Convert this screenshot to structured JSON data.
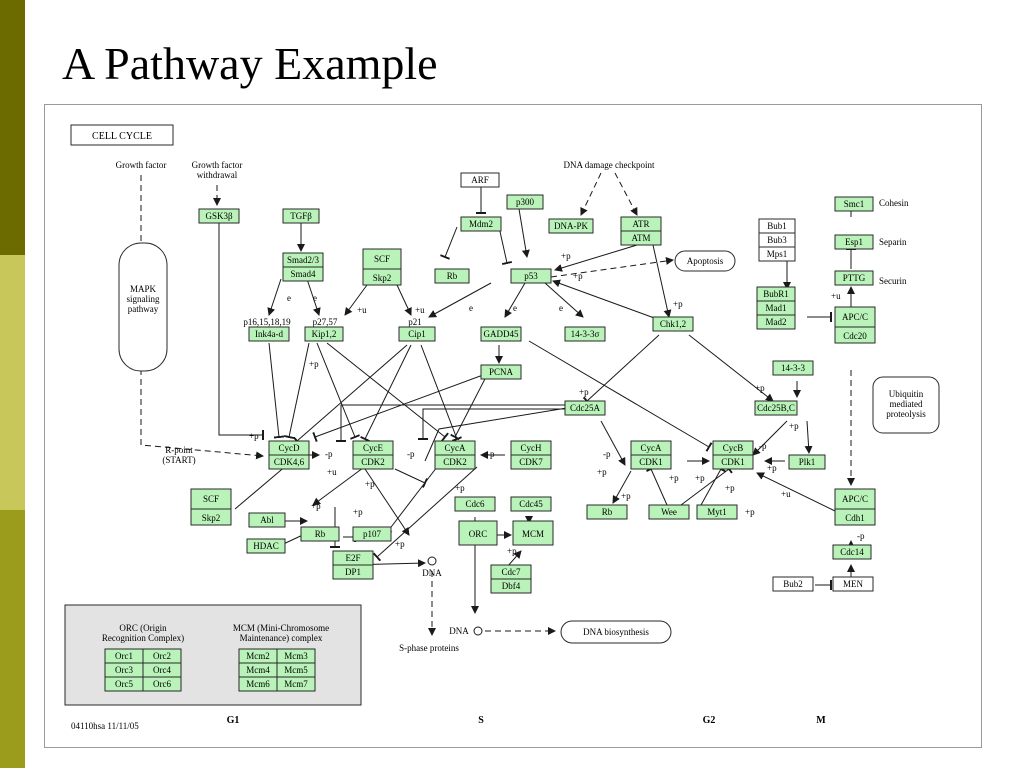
{
  "slide": {
    "title": "A Pathway Example"
  },
  "colors": {
    "sidebar_dark": "#6b6b00",
    "sidebar_light": "#c8c85a",
    "sidebar_mid": "#9c9c1c",
    "gene_fill": "#b9f3b9"
  },
  "diagram": {
    "title_box": "CELL CYCLE",
    "footer_id": "04110hsa 11/11/05",
    "phases": [
      "G1",
      "S",
      "G2",
      "M"
    ],
    "labels": {
      "growth_factor": "Growth factor",
      "growth_factor_withdrawal_1": "Growth factor",
      "growth_factor_withdrawal_2": "withdrawal",
      "dna_damage_checkpoint": "DNA damage checkpoint",
      "mapk_1": "MAPK",
      "mapk_2": "signaling",
      "mapk_3": "pathway",
      "apoptosis": "Apoptosis",
      "ubiquitin_1": "Ubiquitin",
      "ubiquitin_2": "mediated",
      "ubiquitin_3": "proteolysis",
      "cohesin": "Cohesin",
      "separin": "Separin",
      "securin": "Securin",
      "rpoint_1": "R-point",
      "rpoint_2": "(START)",
      "p16": "p16,15,18,19",
      "p27": "p27,57",
      "p21": "p21",
      "dna_1": "DNA",
      "dna_2": "DNA",
      "sphase_proteins": "S-phase proteins",
      "dna_biosynthesis": "DNA biosynthesis",
      "orc_legend_1": "ORC (Origin",
      "orc_legend_2": "Recognition Complex)",
      "mcm_legend_1": "MCM (Mini-Chromosome",
      "mcm_legend_2": "Maintenance) complex"
    },
    "edge_labels": {
      "e": "e",
      "plus_p": "+p",
      "minus_p": "-p",
      "plus_u": "+u"
    },
    "genes": {
      "gsk3b": "GSK3β",
      "tgfb": "TGFβ",
      "smad23": "Smad2/3",
      "smad4": "Smad4",
      "scf1": "SCF",
      "skp2_1": "Skp2",
      "arf": "ARF",
      "mdm2": "Mdm2",
      "rb1": "Rb",
      "p300": "p300",
      "dnapk": "DNA-PK",
      "atr": "ATR",
      "atm": "ATM",
      "p53": "p53",
      "bub1": "Bub1",
      "bub3": "Bub3",
      "mps1": "Mps1",
      "bubr1": "BubR1",
      "mad1": "Mad1",
      "mad2": "Mad2",
      "smc1": "Smc1",
      "esp1": "Esp1",
      "pttg": "PTTG",
      "apcc1": "APC/C",
      "cdc20": "Cdc20",
      "ink4": "Ink4a-d",
      "kip12": "Kip1,2",
      "cip1": "Cip1",
      "gadd45": "GADD45",
      "s1433s": "14-3-3σ",
      "chk12": "Chk1,2",
      "pcna": "PCNA",
      "cdc25a": "Cdc25A",
      "s1433": "14-3-3",
      "cdc25bc": "Cdc25B,C",
      "cycd": "CycD",
      "cdk46": "CDK4,6",
      "cyce": "CycE",
      "cdk2_1": "CDK2",
      "cyca_1": "CycA",
      "cdk2_2": "CDK2",
      "cych": "CycH",
      "cdk7": "CDK7",
      "cyca_2": "CycA",
      "cdk1_1": "CDK1",
      "cycb": "CycB",
      "cdk1_2": "CDK1",
      "plk1": "Plk1",
      "scf2": "SCF",
      "skp2_2": "Skp2",
      "abl": "Abl",
      "hdac": "HDAC",
      "rb2": "Rb",
      "p107": "p107",
      "e2f": "E2F",
      "dp1": "DP1",
      "cdc6": "Cdc6",
      "cdc45": "Cdc45",
      "orc": "ORC",
      "mcm": "MCM",
      "cdc7": "Cdc7",
      "dbf4": "Dbf4",
      "rb3": "Rb",
      "wee": "Wee",
      "myt1": "Myt1",
      "apcc2": "APC/C",
      "cdh1": "Cdh1",
      "cdc14": "Cdc14",
      "bub2": "Bub2",
      "men": "MEN"
    },
    "orc_grid": [
      "Orc1",
      "Orc2",
      "Orc3",
      "Orc4",
      "Orc5",
      "Orc6"
    ],
    "mcm_grid": [
      "Mcm2",
      "Mcm3",
      "Mcm4",
      "Mcm5",
      "Mcm6",
      "Mcm7"
    ]
  }
}
